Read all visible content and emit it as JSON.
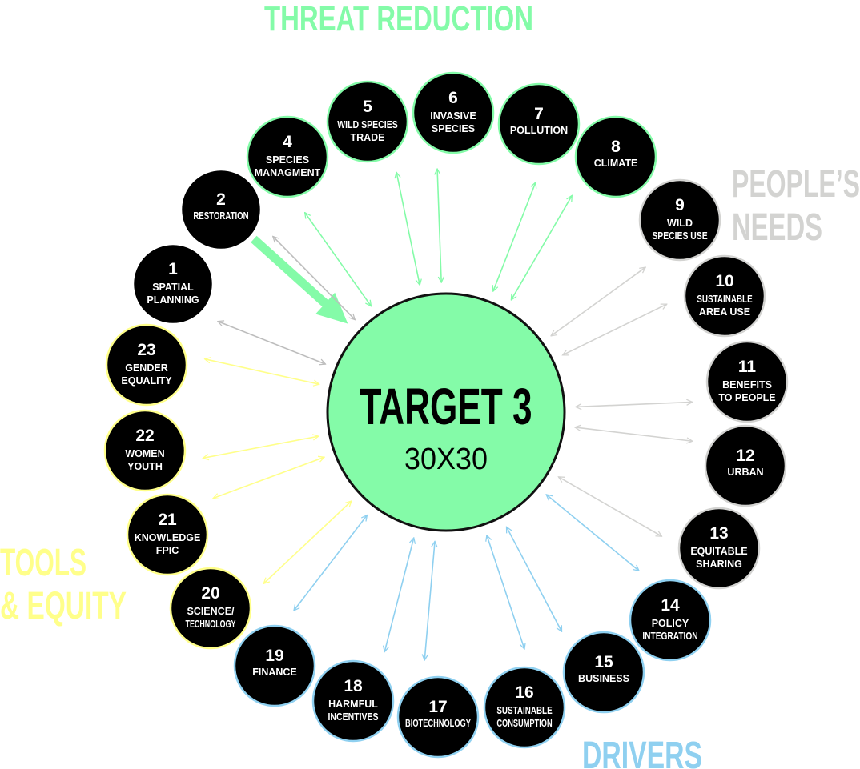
{
  "center": {
    "title": "TARGET 3",
    "subtitle": "30X30"
  },
  "groups": {
    "threat": {
      "label": "THREAT REDUCTION",
      "color": "#84fba8"
    },
    "people": {
      "label_line1": "PEOPLE’S",
      "label_line2": "NEEDS",
      "color": "#d3d3d1"
    },
    "tools": {
      "label_line1": "TOOLS",
      "label_line2": "& EQUITY",
      "color": "#ffff8a"
    },
    "drivers": {
      "label": "DRIVERS",
      "color": "#8fd0f0"
    }
  },
  "nodes": [
    {
      "num": "1",
      "lines": [
        "SPATIAL",
        "PLANNING"
      ],
      "group": "none"
    },
    {
      "num": "2",
      "lines": [
        "RESTORATION"
      ],
      "group": "none"
    },
    {
      "num": "4",
      "lines": [
        "SPECIES",
        "MANAGMENT"
      ],
      "group": "threat"
    },
    {
      "num": "5",
      "lines": [
        "WILD SPECIES",
        "TRADE"
      ],
      "group": "threat"
    },
    {
      "num": "6",
      "lines": [
        "INVASIVE",
        "SPECIES"
      ],
      "group": "threat"
    },
    {
      "num": "7",
      "lines": [
        "POLLUTION"
      ],
      "group": "threat"
    },
    {
      "num": "8",
      "lines": [
        "CLIMATE"
      ],
      "group": "threat"
    },
    {
      "num": "9",
      "lines": [
        "WILD",
        "SPECIES USE"
      ],
      "group": "people"
    },
    {
      "num": "10",
      "lines": [
        "SUSTAINABLE",
        "AREA USE"
      ],
      "group": "people"
    },
    {
      "num": "11",
      "lines": [
        "BENEFITS",
        "TO PEOPLE"
      ],
      "group": "people"
    },
    {
      "num": "12",
      "lines": [
        "URBAN"
      ],
      "group": "people"
    },
    {
      "num": "13",
      "lines": [
        "EQUITABLE",
        "SHARING"
      ],
      "group": "people"
    },
    {
      "num": "14",
      "lines": [
        "POLICY",
        "INTEGRATION"
      ],
      "group": "drivers"
    },
    {
      "num": "15",
      "lines": [
        "BUSINESS"
      ],
      "group": "drivers"
    },
    {
      "num": "16",
      "lines": [
        "SUSTAINABLE",
        "CONSUMPTION"
      ],
      "group": "drivers"
    },
    {
      "num": "17",
      "lines": [
        "BIOTECHNOLOGY"
      ],
      "group": "drivers"
    },
    {
      "num": "18",
      "lines": [
        "HARMFUL",
        "INCENTIVES"
      ],
      "group": "drivers"
    },
    {
      "num": "19",
      "lines": [
        "FINANCE"
      ],
      "group": "drivers"
    },
    {
      "num": "20",
      "lines": [
        "SCIENCE/",
        "TECHNOLOGY"
      ],
      "group": "tools"
    },
    {
      "num": "21",
      "lines": [
        "KNOWLEDGE",
        "FPIC"
      ],
      "group": "tools"
    },
    {
      "num": "22",
      "lines": [
        "WOMEN",
        "YOUTH"
      ],
      "group": "tools"
    },
    {
      "num": "23",
      "lines": [
        "GENDER",
        "EQUALITY"
      ],
      "group": "tools"
    }
  ]
}
